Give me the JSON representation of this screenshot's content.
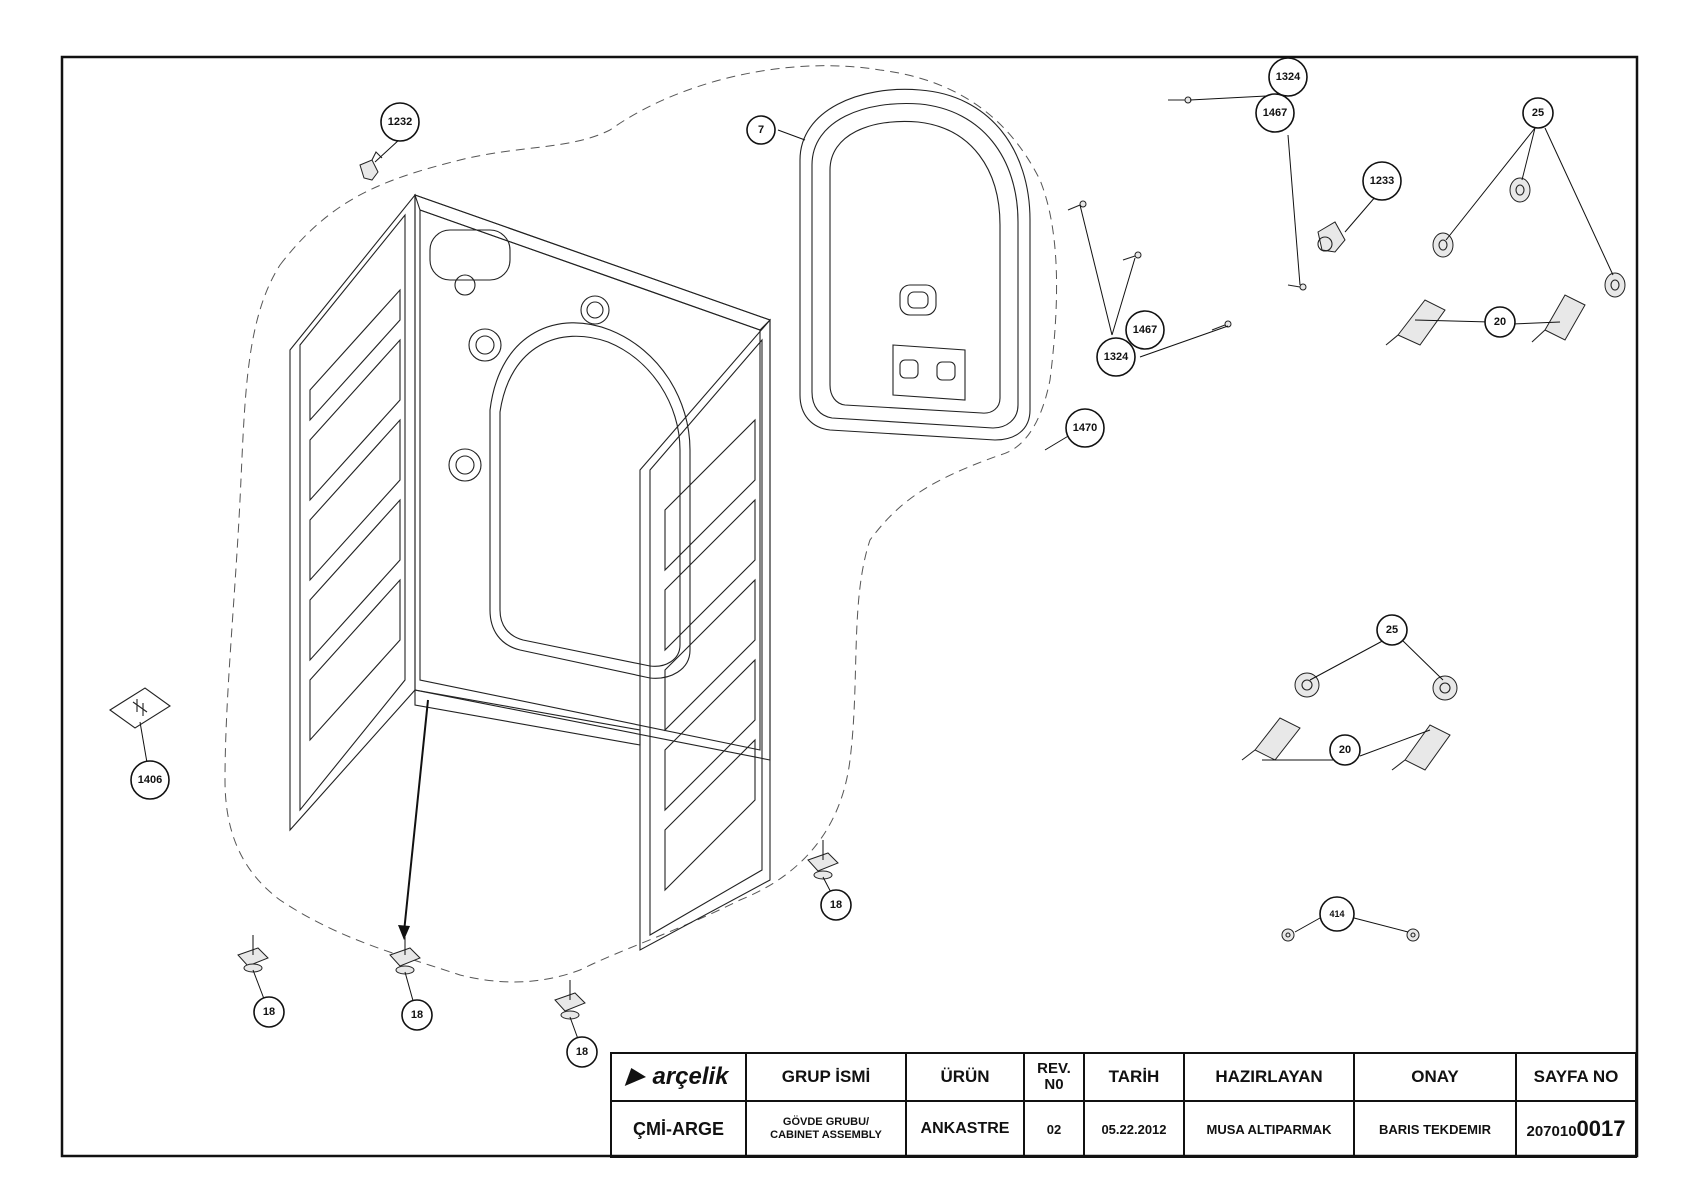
{
  "callouts": {
    "c1232": "1232",
    "c7": "7",
    "c1324a": "1324",
    "c1467a": "1467",
    "c1233": "1233",
    "c25a": "25",
    "c20a": "20",
    "c1467b": "1467",
    "c1324b": "1324",
    "c1470": "1470",
    "c25b": "25",
    "c20b": "20",
    "c1406": "1406",
    "c18a": "18",
    "c18b": "18",
    "c18c": "18",
    "c18d": "18",
    "c414": "414"
  },
  "title_block": {
    "logo": "arçelik",
    "headers": {
      "group": "GRUP İSMİ",
      "product": "ÜRÜN",
      "rev": "REV. N0",
      "date": "TARİH",
      "prepared": "HAZIRLAYAN",
      "approved": "ONAY",
      "page": "SAYFA NO"
    },
    "values": {
      "dept": "ÇMİ-ARGE",
      "group_line1": "GÖVDE GRUBU/",
      "group_line2": "CABINET ASSEMBLY",
      "product": "ANKASTRE",
      "rev": "02",
      "date": "05.22.2012",
      "prepared": "MUSA ALTIPARMAK",
      "approved": "BARIS TEKDEMIR",
      "page_prefix": "207010",
      "page_suffix": "0017"
    }
  }
}
